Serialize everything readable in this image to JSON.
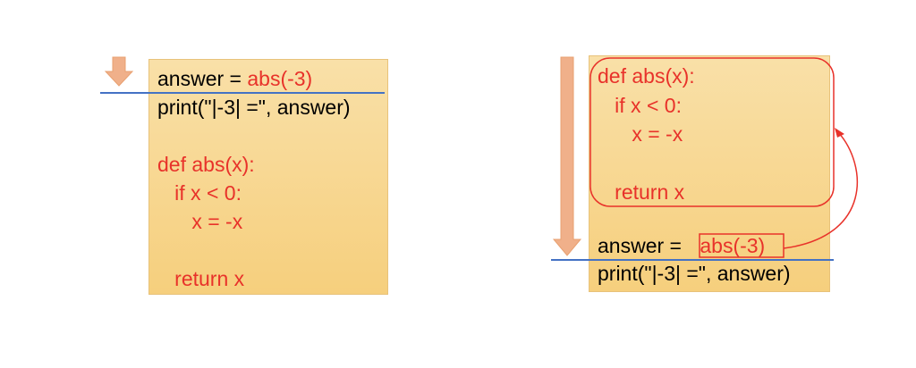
{
  "left": {
    "lines": [
      {
        "pre": "answer = ",
        "red": "abs(-3)"
      },
      {
        "pre": "print(\"|-3| =\", answer)",
        "red": ""
      },
      {
        "pre": "",
        "red": ""
      },
      {
        "pre": "",
        "red": "def abs(x):"
      },
      {
        "pre": "",
        "red": "   if x < 0:"
      },
      {
        "pre": "",
        "red": "      x = -x"
      },
      {
        "pre": "",
        "red": ""
      },
      {
        "pre": "",
        "red": "   return x"
      }
    ]
  },
  "right": {
    "func_lines": [
      "def abs(x):",
      "   if x < 0:",
      "      x = -x",
      "",
      "   return x"
    ],
    "answer_prefix": "answer = ",
    "answer_call": "abs(-3)",
    "print_line": "print(\"|-3| =\", answer)"
  },
  "colors": {
    "code_red": "#e8322a",
    "arrow_fill": "#f0b08a",
    "divider_blue": "#4472c4",
    "panel_bg": "#f8d890"
  }
}
